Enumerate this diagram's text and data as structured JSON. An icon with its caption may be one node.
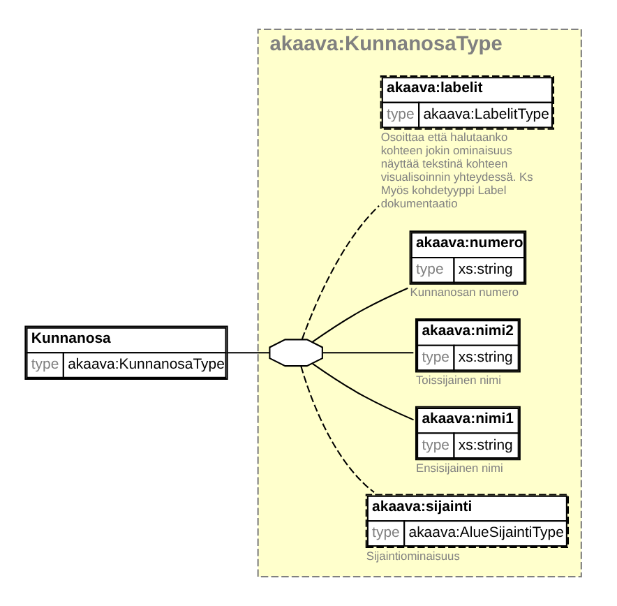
{
  "diagram": {
    "nodes": [
      {
        "text": [
          "Kunnanosa",
          "type",
          "akaava:KunnanosaType"
        ]
      },
      {
        "text": [
          "akaava:KunnanosaType"
        ]
      },
      {
        "text": [],
        "shape": "octagon",
        "in": 1
      },
      {
        "text": [
          "akaava:sijainti",
          "type",
          "akaava:AlueSijaintiType"
        ],
        "in": 1,
        "beside": [
          "Sijaintiominaisuus"
        ]
      },
      {
        "text": [
          "akaava:nimi1",
          "type",
          "xs:string"
        ],
        "in": 1,
        "beside": [
          "Ensisijainen nimi"
        ]
      },
      {
        "text": [
          "akaava:nimi2",
          "type",
          "xs:string"
        ],
        "in": 1,
        "beside": [
          "Toissijainen nimi"
        ]
      },
      {
        "text": [
          "akaava:numero",
          "type",
          "xs:string"
        ],
        "in": 1,
        "beside": [
          "Kunnanosan numero"
        ]
      },
      {
        "text": [
          "akaava:labelit",
          "type",
          "akaava:LabelitType"
        ],
        "in": 1,
        "beside": [
          "Osoittaa että halutaanko kohteen jokin ominaisuus näyttää tekstinä kohteen visualisoinnin yhteydessä. Ks Myös kohdetyyppi Label dokumentaatio"
        ]
      }
    ],
    "edges": [
      {
        "from": 0,
        "to": 2,
        "arrow": "none"
      },
      {
        "from": 2,
        "to": 3,
        "arrow": "none",
        "style": "dashed"
      },
      {
        "from": 2,
        "to": 4,
        "arrow": "none"
      },
      {
        "from": 2,
        "to": 5,
        "arrow": "none"
      },
      {
        "from": 2,
        "to": 6,
        "arrow": "none"
      },
      {
        "from": 2,
        "to": 7,
        "arrow": "none",
        "style": "dashed"
      }
    ]
  }
}
